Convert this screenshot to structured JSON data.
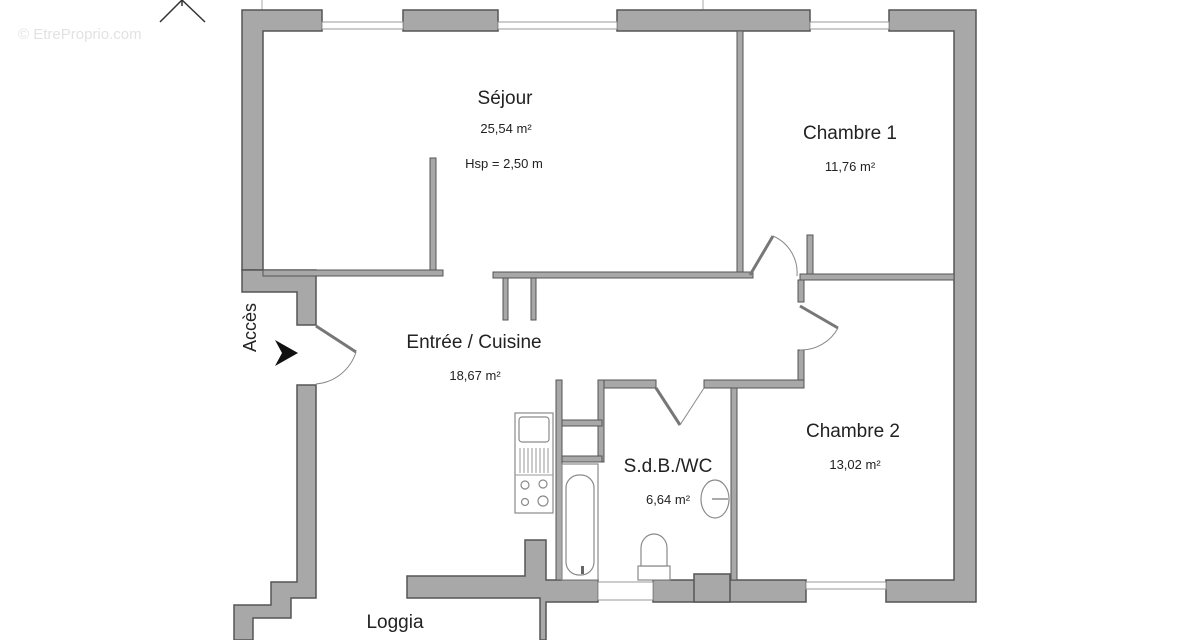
{
  "watermark": "© EtreProprio.com",
  "compass": {
    "icon": "north-arrow-icon"
  },
  "entrance": {
    "label": "Accès",
    "icon": "entry-arrow-icon"
  },
  "rooms": [
    {
      "id": "sejour",
      "name": "Séjour",
      "area": "25,54 m²",
      "extra": "Hsp = 2,50 m"
    },
    {
      "id": "chambre1",
      "name": "Chambre 1",
      "area": "11,76 m²"
    },
    {
      "id": "entree_cuisine",
      "name": "Entrée / Cuisine",
      "area": "18,67 m²"
    },
    {
      "id": "sdb_wc",
      "name": "S.d.B./WC",
      "area": "6,64 m²"
    },
    {
      "id": "chambre2",
      "name": "Chambre 2",
      "area": "13,02 m²"
    },
    {
      "id": "loggia",
      "name": "Loggia"
    }
  ],
  "colors": {
    "wall_fill": "#a8a8a8",
    "wall_stroke": "#555555",
    "background": "#ffffff"
  }
}
